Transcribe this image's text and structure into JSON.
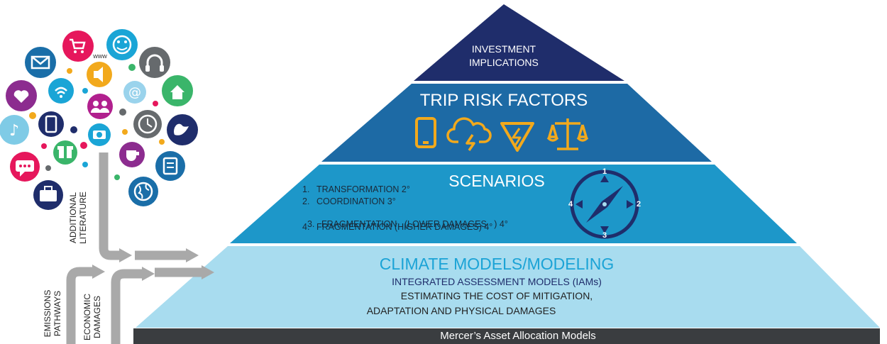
{
  "pyramid": {
    "top": {
      "line1": "INVESTMENT",
      "line2": "IMPLICATIONS"
    },
    "trip": {
      "title": "TRIP RISK FACTORS"
    },
    "scenarios": {
      "title": "SCENARIOS",
      "items": [
        {
          "num": "1.",
          "text": "TRANSFORMATION 2°"
        },
        {
          "num": "2.",
          "text": "COORDINATION 3°"
        },
        {
          "num": "3.",
          "text": "FRAGMENTATION   (LOWER DAMAGES   ) 4°"
        },
        {
          "num": "4.",
          "text": "FRAGMENTATION (HIGHER DAMAGES) 4°"
        }
      ],
      "compass": [
        "1",
        "2",
        "3",
        "4"
      ]
    },
    "climate": {
      "title": "CLIMATE MODELS/MODELING",
      "subtitle": "INTEGRATED ASSESSMENT MODELS (IAMs)",
      "line1": "ESTIMATING THE COST OF MITIGATION,",
      "line2": "ADAPTATION AND PHYSICAL DAMAGES"
    }
  },
  "base_bar": "Mercer’s Asset Allocation Models",
  "inputs": {
    "literature": {
      "line1": "ADDITIONAL",
      "line2": "LITERATURE"
    },
    "economic": {
      "line1": "ECONOMIC",
      "line2": "DAMAGES"
    },
    "emissions": {
      "line1": "EMISSIONS",
      "line2": "PATHWAYS"
    }
  },
  "icon_cloud": {
    "www_text": "www"
  },
  "colors": {
    "top_tier": "#1f2d6b",
    "trip_tier": "#1d6aa5",
    "scenario_tier": "#1d97c9",
    "climate_tier": "#a8dcef",
    "base_bar": "#3a3d40",
    "accent_gold": "#f2a91c",
    "arrow_grey": "#a9a9a9",
    "climate_title": "#1ba3d6",
    "iam_text": "#1f2d6b"
  }
}
